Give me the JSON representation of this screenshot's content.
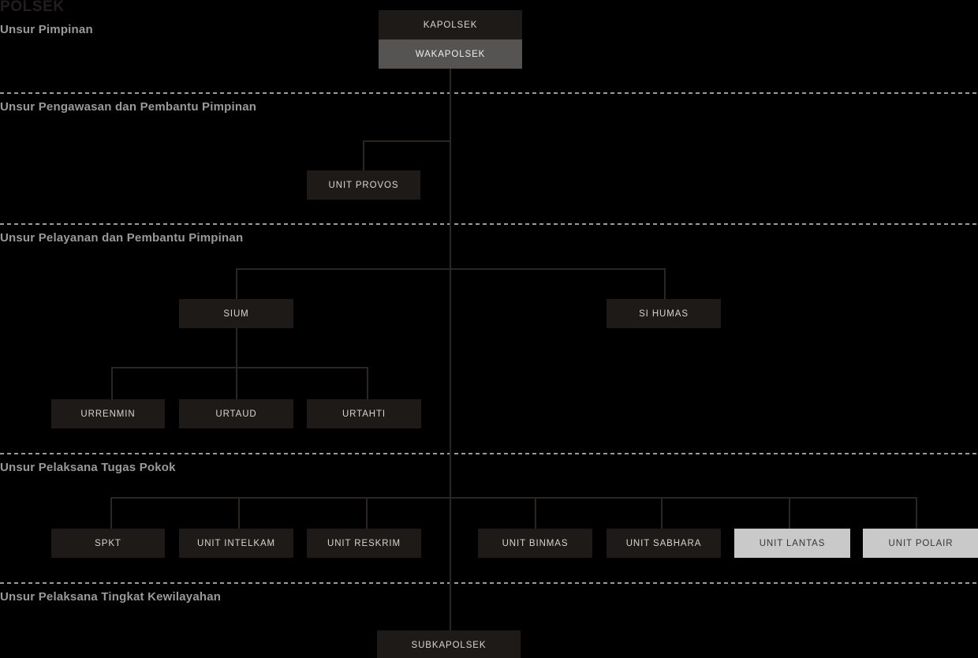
{
  "title": "POLSEK",
  "theme": {
    "background": "#000000",
    "box_dark": "#1e1a18",
    "box_gray": "#555453",
    "box_light": "#c9c9c9",
    "line": "#2c2622",
    "label_text": "#9a9a9a",
    "title_text": "#231f1e"
  },
  "sections": [
    {
      "label": "Unsur Pimpinan"
    },
    {
      "label": "Unsur Pengawasan dan Pembantu Pimpinan"
    },
    {
      "label": "Unsur Pelayanan dan Pembantu Pimpinan"
    },
    {
      "label": "Unsur Pelaksana Tugas Pokok"
    },
    {
      "label": "Unsur Pelaksana Tingkat Kewilayahan"
    }
  ],
  "nodes": {
    "kapolsek": "KAPOLSEK",
    "wakapolsek": "WAKAPOLSEK",
    "unit_provos": "UNIT PROVOS",
    "sium": "SIUM",
    "si_humas": "SI HUMAS",
    "urrenmin": "URRENMIN",
    "urtaud": "URTAUD",
    "urtahti": "URTAHTI",
    "spkt": "SPKT",
    "unit_intelkam": "UNIT INTELKAM",
    "unit_reskrim": "UNIT RESKRIM",
    "unit_binmas": "UNIT BINMAS",
    "unit_sabhara": "UNIT SABHARA",
    "unit_lantas": "UNIT LANTAS",
    "unit_polair": "UNIT POLAIR",
    "subkapolsek": "SUBKAPOLSEK"
  }
}
